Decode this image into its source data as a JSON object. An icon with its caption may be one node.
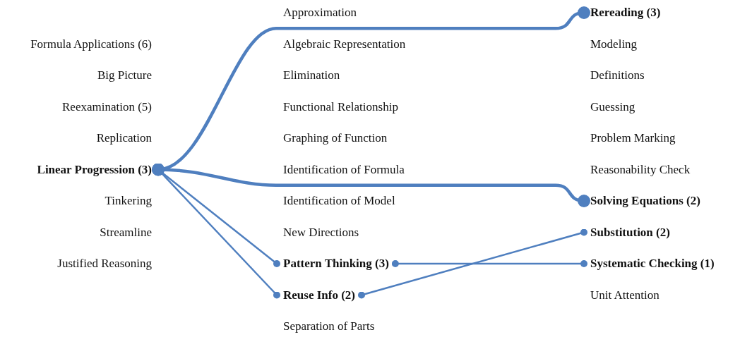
{
  "diagram": {
    "nodes": [
      {
        "text": [
          "Linear Progression (3)"
        ]
      },
      {
        "text": [
          "Pattern Thinking (3)"
        ]
      },
      {
        "text": [
          "Reuse Info (2)"
        ]
      },
      {
        "text": [
          "Rereading (3)"
        ]
      },
      {
        "text": [
          "Solving Equations (2)"
        ]
      },
      {
        "text": [
          "Substitution (2)"
        ]
      },
      {
        "text": [
          "Systematic Checking (1)"
        ]
      }
    ],
    "edges": [
      {
        "from": 0,
        "to": 3,
        "arrow": "other",
        "style": "thick"
      },
      {
        "from": 0,
        "to": 4,
        "arrow": "other",
        "style": "thick"
      },
      {
        "from": 0,
        "to": 1,
        "arrow": "other"
      },
      {
        "from": 0,
        "to": 2,
        "arrow": "other"
      },
      {
        "from": 1,
        "to": 6,
        "arrow": "other"
      },
      {
        "from": 2,
        "to": 5,
        "arrow": "other"
      }
    ],
    "labels": [
      "Formula Applications (6)",
      "Big Picture",
      "Reexamination (5)",
      "Replication",
      "Tinkering",
      "Streamline",
      "Justified Reasoning",
      "Approximation",
      "Algebraic Representation",
      "Elimination",
      "Functional Relationship",
      "Graphing of Function",
      "Identification of Formula",
      "Identification of Model",
      "New Directions",
      "Separation of Parts",
      "Modeling",
      "Definitions",
      "Guessing",
      "Problem Marking",
      "Reasonability Check",
      "Unit Attention"
    ]
  }
}
